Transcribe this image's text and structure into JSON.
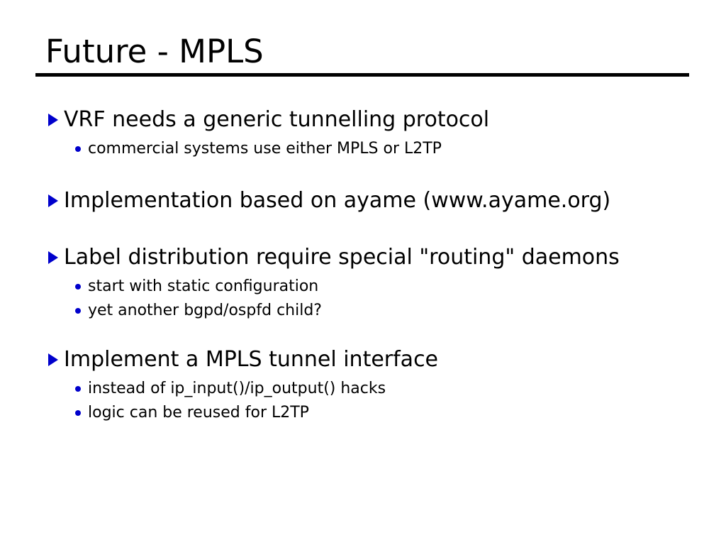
{
  "slide": {
    "title": "Future - MPLS",
    "theme": {
      "background": "#ffffff",
      "text_color": "#000000",
      "marker_color": "#0000cc",
      "rule_color": "#000000"
    },
    "bullets": [
      {
        "marker": "triangle-right-icon",
        "text": "VRF needs a generic tunnelling protocol",
        "sub": [
          {
            "marker": "dot-icon",
            "text": "commercial systems use either MPLS or L2TP"
          }
        ]
      },
      {
        "marker": "triangle-right-icon",
        "text": "Implementation based on ayame (www.ayame.org)",
        "sub": []
      },
      {
        "marker": "triangle-right-icon",
        "text": "Label distribution require special \"routing\" daemons",
        "sub": [
          {
            "marker": "dot-icon",
            "text": "start with static configuration"
          },
          {
            "marker": "dot-icon",
            "text": "yet another bgpd/ospfd child?"
          }
        ]
      },
      {
        "marker": "triangle-right-icon",
        "text": "Implement a MPLS tunnel interface",
        "sub": [
          {
            "marker": "dot-icon",
            "text": "instead of ip_input()/ip_output() hacks"
          },
          {
            "marker": "dot-icon",
            "text": "logic can be reused for L2TP"
          }
        ]
      }
    ]
  }
}
